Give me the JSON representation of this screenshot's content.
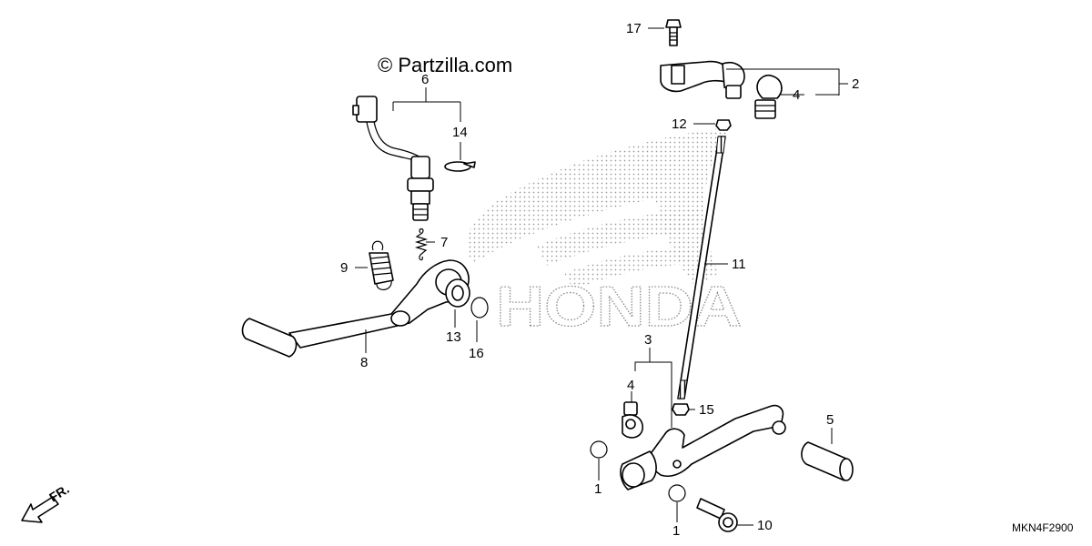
{
  "watermark": {
    "copyright": "© Partzilla.com",
    "brand": "HONDA"
  },
  "diagram_code": "MKN4F2900",
  "direction_label": "FR.",
  "callouts": [
    "1",
    "1",
    "2",
    "3",
    "4",
    "4",
    "5",
    "6",
    "7",
    "8",
    "9",
    "10",
    "11",
    "12",
    "13",
    "14",
    "15",
    "16",
    "17"
  ]
}
